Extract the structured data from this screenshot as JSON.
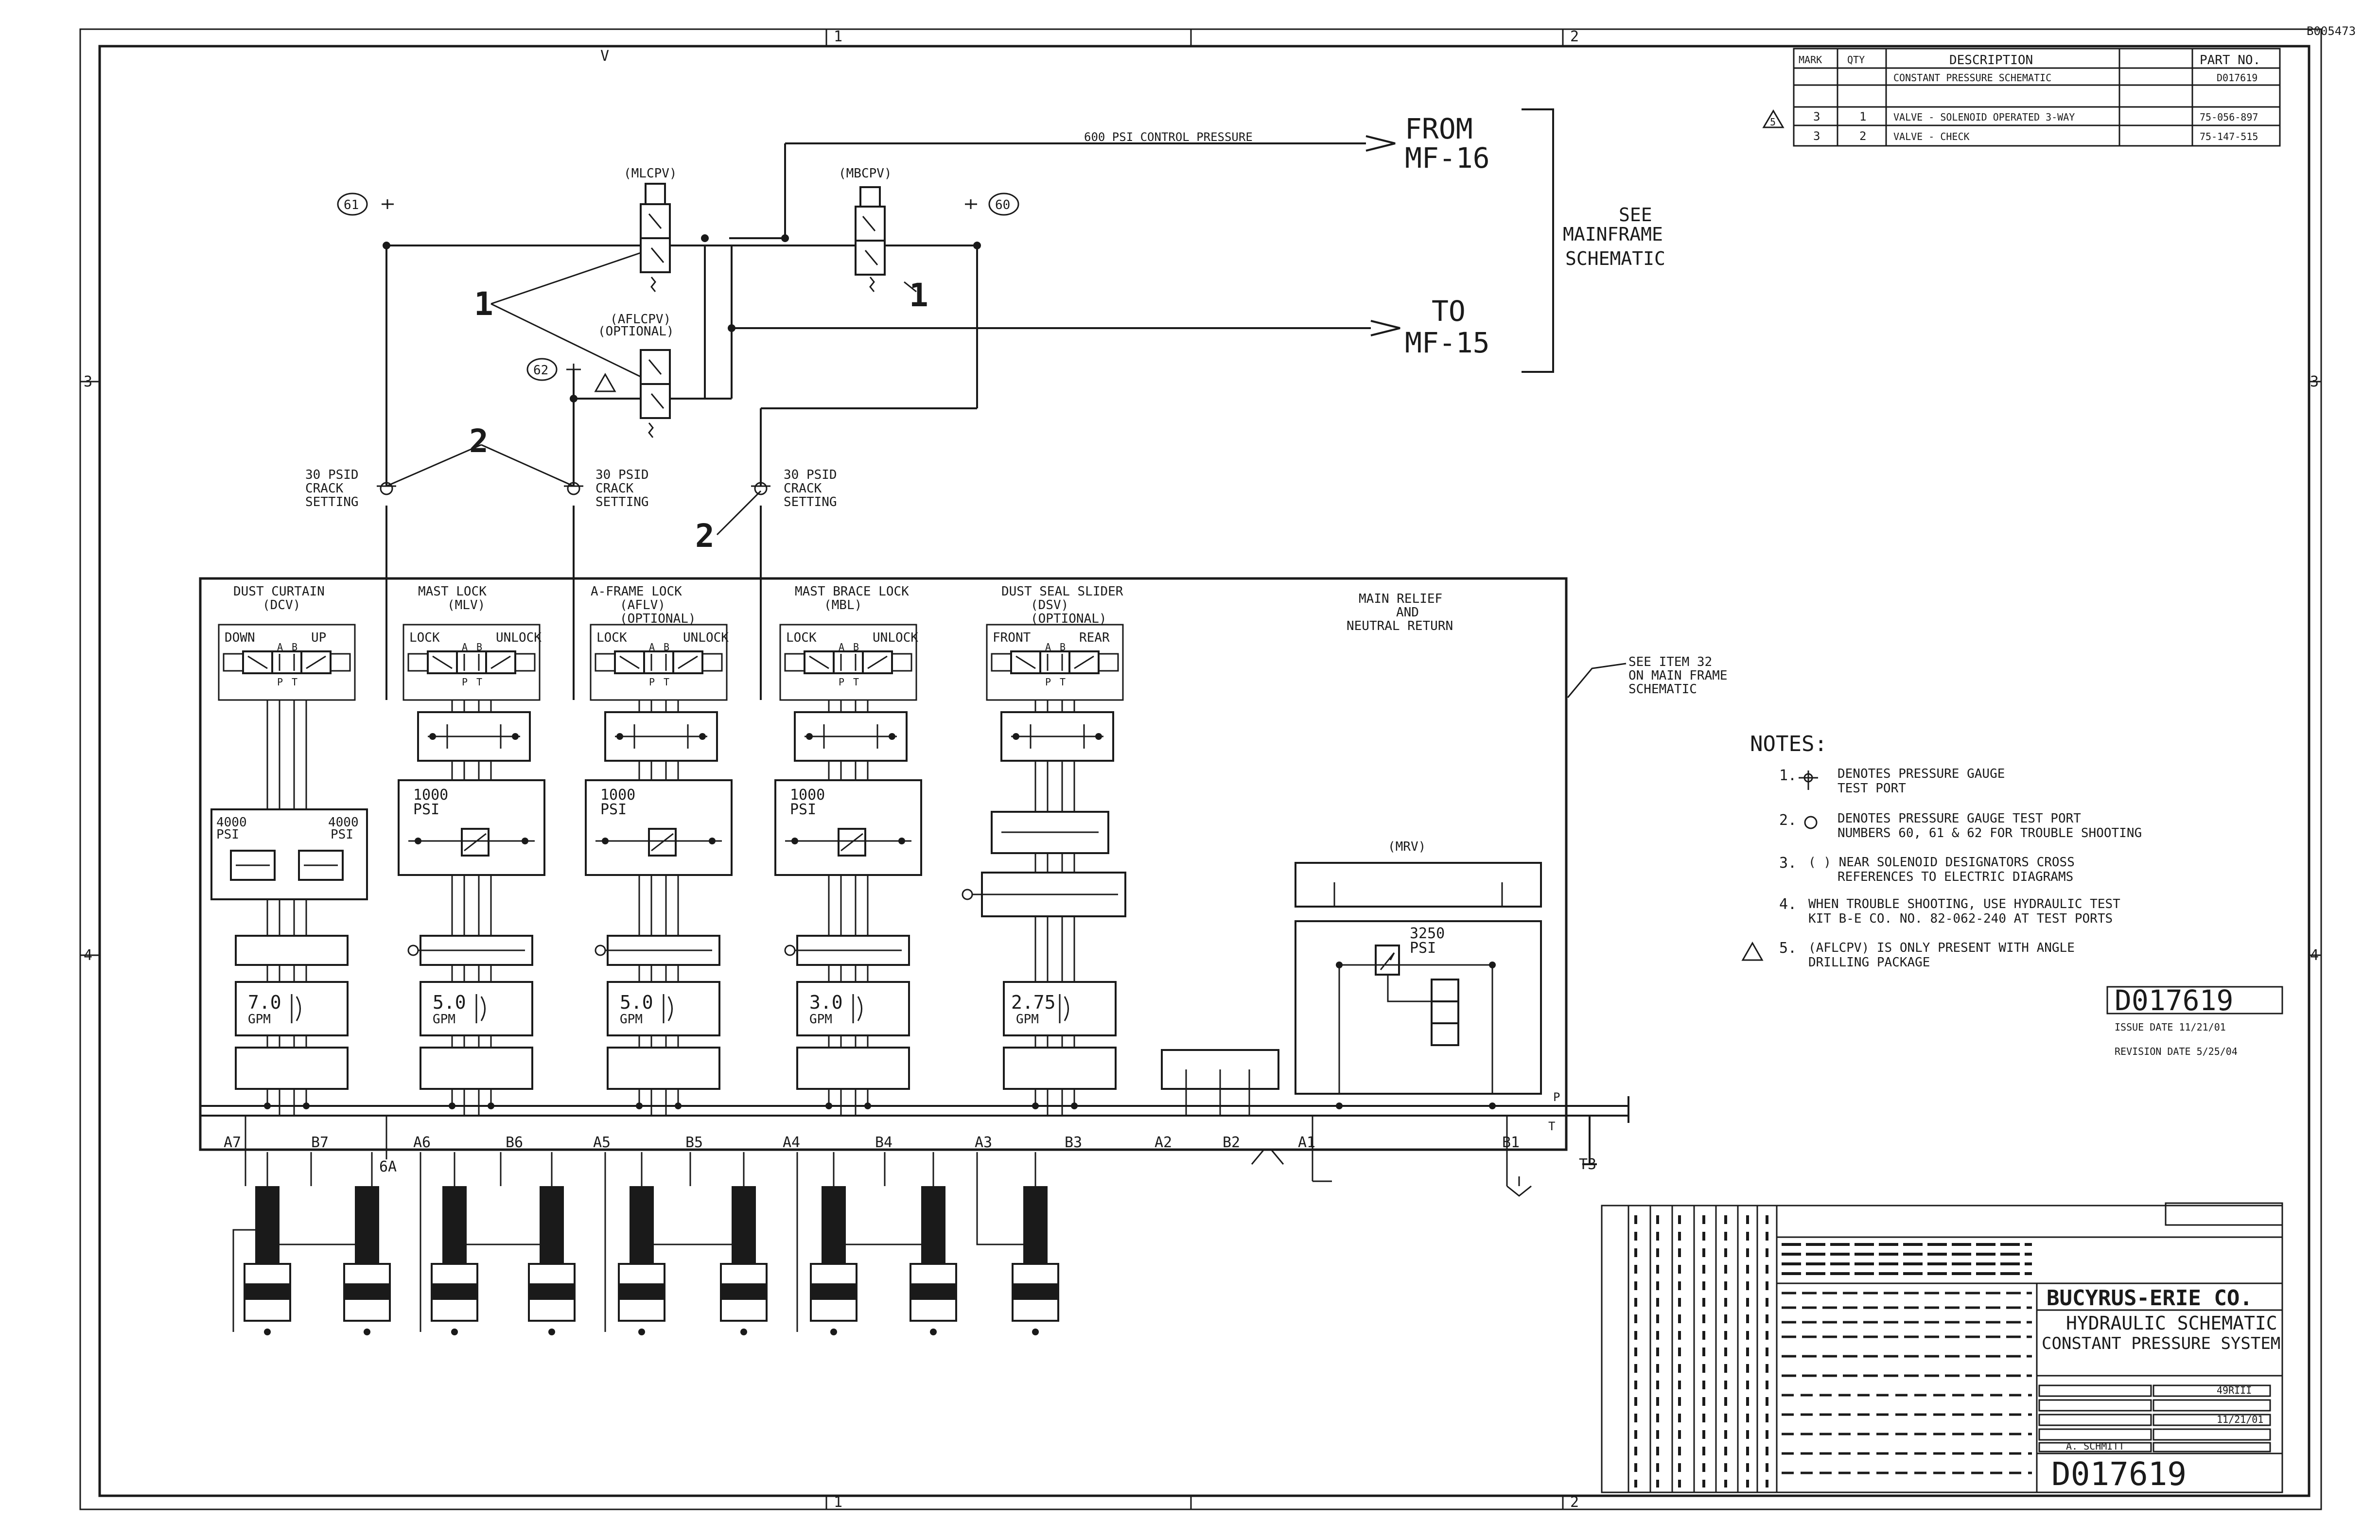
{
  "drawing_code": "B005473",
  "zone_top": [
    "1",
    "2"
  ],
  "zone_bottom": [
    "1",
    "2"
  ],
  "zone_left": [
    "3",
    "4"
  ],
  "zone_right": [
    "3",
    "4"
  ],
  "zone_marker": "V",
  "parts_table": {
    "headers": [
      "MARK",
      "QTY",
      "DESCRIPTION",
      "PART NO."
    ],
    "rows": [
      {
        "mark": "",
        "qty": "",
        "description": "CONSTANT PRESSURE SCHEMATIC",
        "part": "D017619"
      },
      {
        "mark": "3",
        "qty": "1",
        "description": "VALVE - SOLENOID OPERATED 3-WAY",
        "part": "75-056-897"
      },
      {
        "mark": "3",
        "qty": "2",
        "description": "VALVE - CHECK",
        "part": "75-147-515"
      }
    ],
    "revision_mark": "5"
  },
  "header_labels": {
    "control_pressure": "600 PSI CONTROL PRESSURE",
    "from": "FROM",
    "from_ref": "MF-16",
    "to": "TO",
    "to_ref": "MF-15",
    "see_mainframe": [
      "SEE",
      "MAINFRAME",
      "SCHEMATIC"
    ]
  },
  "valves": {
    "mlcpv": "(MLCPV)",
    "mbcpv": "(MBCPV)",
    "aflcpv": "(AFLCPV)",
    "optional": "(OPTIONAL)"
  },
  "gauges": [
    "61",
    "60",
    "62"
  ],
  "callouts": [
    "1",
    "1",
    "2",
    "2"
  ],
  "check_valves": [
    [
      "30 PSID",
      "CRACK",
      "SETTING"
    ],
    [
      "30 PSID",
      "CRACK",
      "SETTING"
    ],
    [
      "30 PSID",
      "CRACK",
      "SETTING"
    ]
  ],
  "sections": [
    {
      "title": [
        "DUST CURTAIN",
        "(DCV)"
      ],
      "positions": [
        "DOWN",
        "UP"
      ],
      "relief": [
        "4000",
        "PSI",
        "4000",
        "PSI"
      ],
      "flow": [
        "7.0",
        "GPM"
      ]
    },
    {
      "title": [
        "MAST LOCK",
        "(MLV)"
      ],
      "positions": [
        "LOCK",
        "UNLOCK"
      ],
      "relief": [
        "1000",
        "PSI"
      ],
      "flow": [
        "5.0",
        "GPM"
      ]
    },
    {
      "title": [
        "A-FRAME LOCK",
        "(AFLV)",
        "(OPTIONAL)"
      ],
      "positions": [
        "LOCK",
        "UNLOCK"
      ],
      "relief": [
        "1000",
        "PSI"
      ],
      "flow": [
        "5.0",
        "GPM"
      ]
    },
    {
      "title": [
        "MAST BRACE LOCK",
        "(MBL)"
      ],
      "positions": [
        "LOCK",
        "UNLOCK"
      ],
      "relief": [
        "1000",
        "PSI"
      ],
      "flow": [
        "3.0",
        "GPM"
      ]
    },
    {
      "title": [
        "DUST SEAL SLIDER",
        "(DSV)",
        "(OPTIONAL)"
      ],
      "positions": [
        "FRONT",
        "REAR"
      ],
      "relief": [],
      "flow": [
        "2.75",
        "GPM"
      ]
    }
  ],
  "main_relief": {
    "title": [
      "MAIN RELIEF",
      "AND",
      "NEUTRAL RETURN"
    ],
    "tag": "(MRV)",
    "setting": [
      "3250",
      "PSI"
    ]
  },
  "port_letters": [
    "A",
    "B",
    "P",
    "T"
  ],
  "see_item": [
    "SEE ITEM 32",
    "ON MAIN FRAME",
    "SCHEMATIC"
  ],
  "ports": [
    "A7",
    "B7",
    "A6",
    "B6",
    "A5",
    "B5",
    "A4",
    "B4",
    "A3",
    "B3",
    "A2",
    "B2",
    "A1",
    "B1"
  ],
  "sub_ports": [
    "6A",
    "P",
    "T",
    "T3"
  ],
  "notes": {
    "heading": "NOTES:",
    "items": [
      {
        "num": "1.",
        "lines": [
          "DENOTES PRESSURE GAUGE",
          "TEST PORT"
        ]
      },
      {
        "num": "2.",
        "lines": [
          "DENOTES PRESSURE GAUGE TEST PORT",
          "NUMBERS 60, 61 & 62 FOR TROUBLE SHOOTING"
        ]
      },
      {
        "num": "3.",
        "lines": [
          "( ) NEAR SOLENOID DESIGNATORS CROSS",
          "REFERENCES TO ELECTRIC DIAGRAMS"
        ]
      },
      {
        "num": "4.",
        "lines": [
          "WHEN TROUBLE SHOOTING, USE HYDRAULIC TEST",
          "KIT B-E CO. NO. 82-062-240 AT TEST PORTS"
        ]
      },
      {
        "num": "5.",
        "lines": [
          "(AFLCPV) IS ONLY PRESENT WITH ANGLE",
          "DRILLING PACKAGE"
        ]
      }
    ]
  },
  "drawing_number": "D017619",
  "issue_date": "ISSUE DATE 11/21/01",
  "revision_date": "REVISION DATE 5/25/04",
  "title_block": {
    "company": "BUCYRUS-ERIE CO.",
    "title_line1": "HYDRAULIC SCHEMATIC",
    "title_line2": "CONSTANT PRESSURE SYSTEM",
    "number": "D017619",
    "model": "49RIII",
    "date": "11/21/01",
    "approved": "A. SCHMITT"
  },
  "colors": {
    "ink": "#1a1a1a",
    "paper": "#ffffff"
  }
}
